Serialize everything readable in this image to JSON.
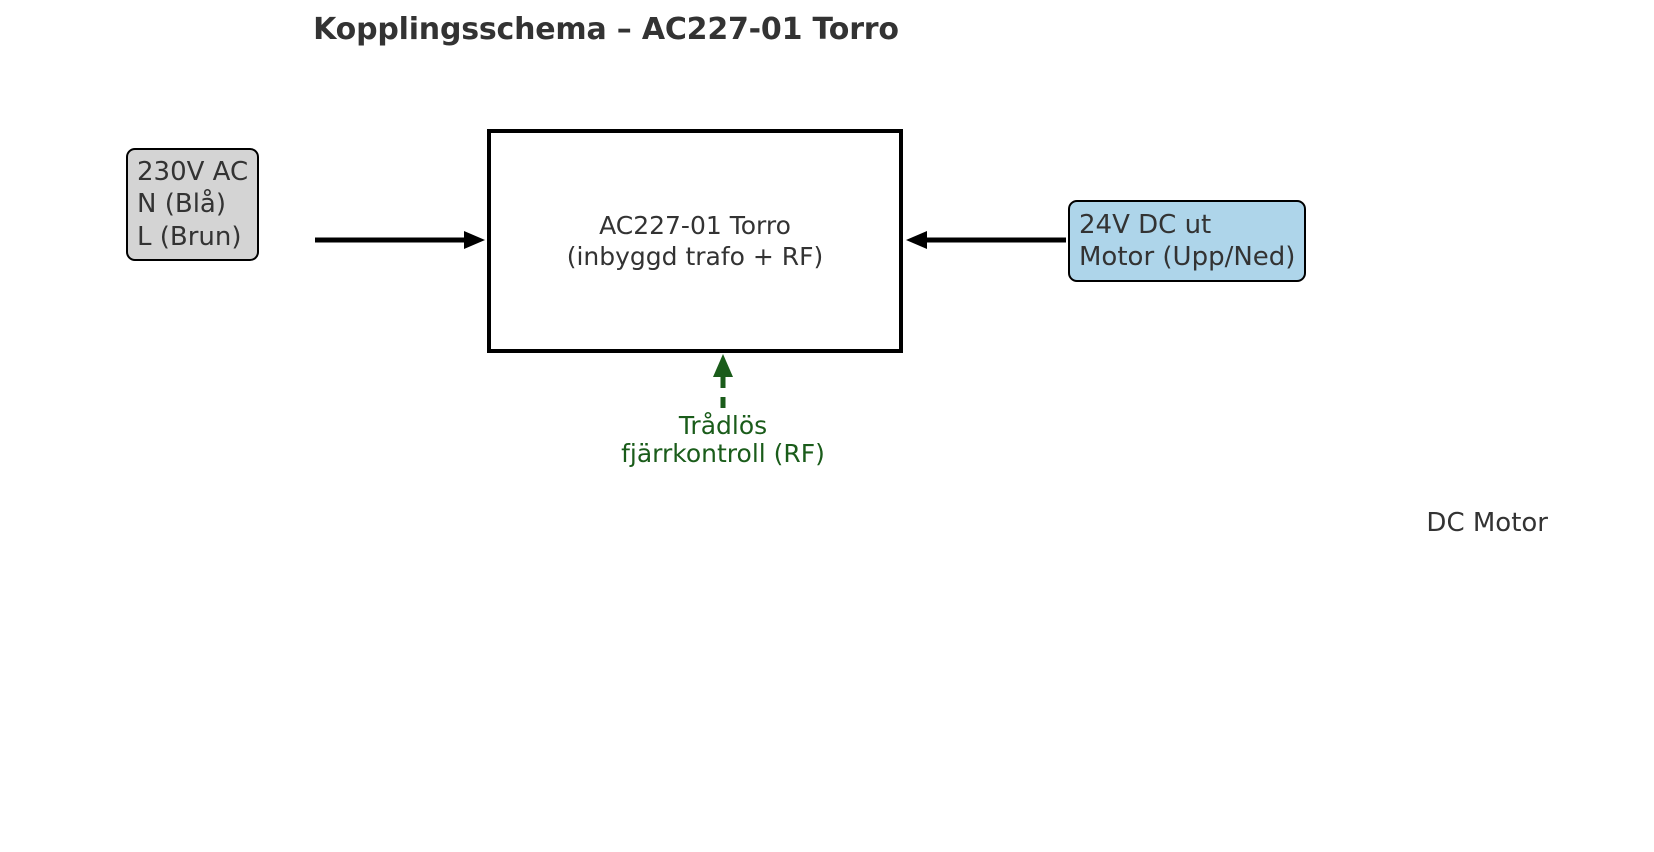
{
  "diagram": {
    "title": "Kopplingsschema – AC227-01 Torro",
    "type": "block-wiring-diagram",
    "background_color": "#ffffff",
    "nodes": [
      {
        "id": "mains-supply",
        "lines": [
          "230V AC",
          "N (Blå)",
          "L (Brun)"
        ],
        "line1": "230V AC",
        "line2": "N (Blå)",
        "line3": "L (Brun)",
        "fill_color": "#d4d4d4",
        "border_color": "#000000",
        "text_color": "#333333",
        "shape": "rounded-rectangle"
      },
      {
        "id": "controller",
        "lines": [
          "AC227-01 Torro",
          "(inbyggd trafo + RF)"
        ],
        "line1": "AC227-01 Torro",
        "line2": "(inbyggd trafo + RF)",
        "fill_color": "#ffffff",
        "border_color": "#000000",
        "text_color": "#333333",
        "shape": "rectangle"
      },
      {
        "id": "dc-output",
        "lines": [
          "24V DC ut",
          "Motor (Upp/Ned)"
        ],
        "line1": "24V DC ut",
        "line2": "Motor (Upp/Ned)",
        "fill_color": "#aed5ea",
        "border_color": "#000000",
        "text_color": "#333333",
        "shape": "rounded-rectangle"
      }
    ],
    "connectors": [
      {
        "id": "supply-to-controller",
        "from": "mains-supply",
        "to": "controller",
        "direction": "right",
        "style": "solid",
        "color": "#000000"
      },
      {
        "id": "output-to-controller",
        "from": "dc-output",
        "to": "controller",
        "direction": "left",
        "style": "solid",
        "color": "#000000"
      },
      {
        "id": "rf-to-controller",
        "from": "rf-remote",
        "to": "controller",
        "direction": "up",
        "style": "dashed",
        "color": "#1a5c1a"
      }
    ],
    "annotations": [
      {
        "id": "rf-remote-label",
        "line1": "Trådlös",
        "line2": "fjärrkontroll (RF)",
        "color": "#1a5c1a"
      },
      {
        "id": "dc-motor-caption",
        "text": "DC Motor",
        "color": "#333333"
      }
    ]
  }
}
